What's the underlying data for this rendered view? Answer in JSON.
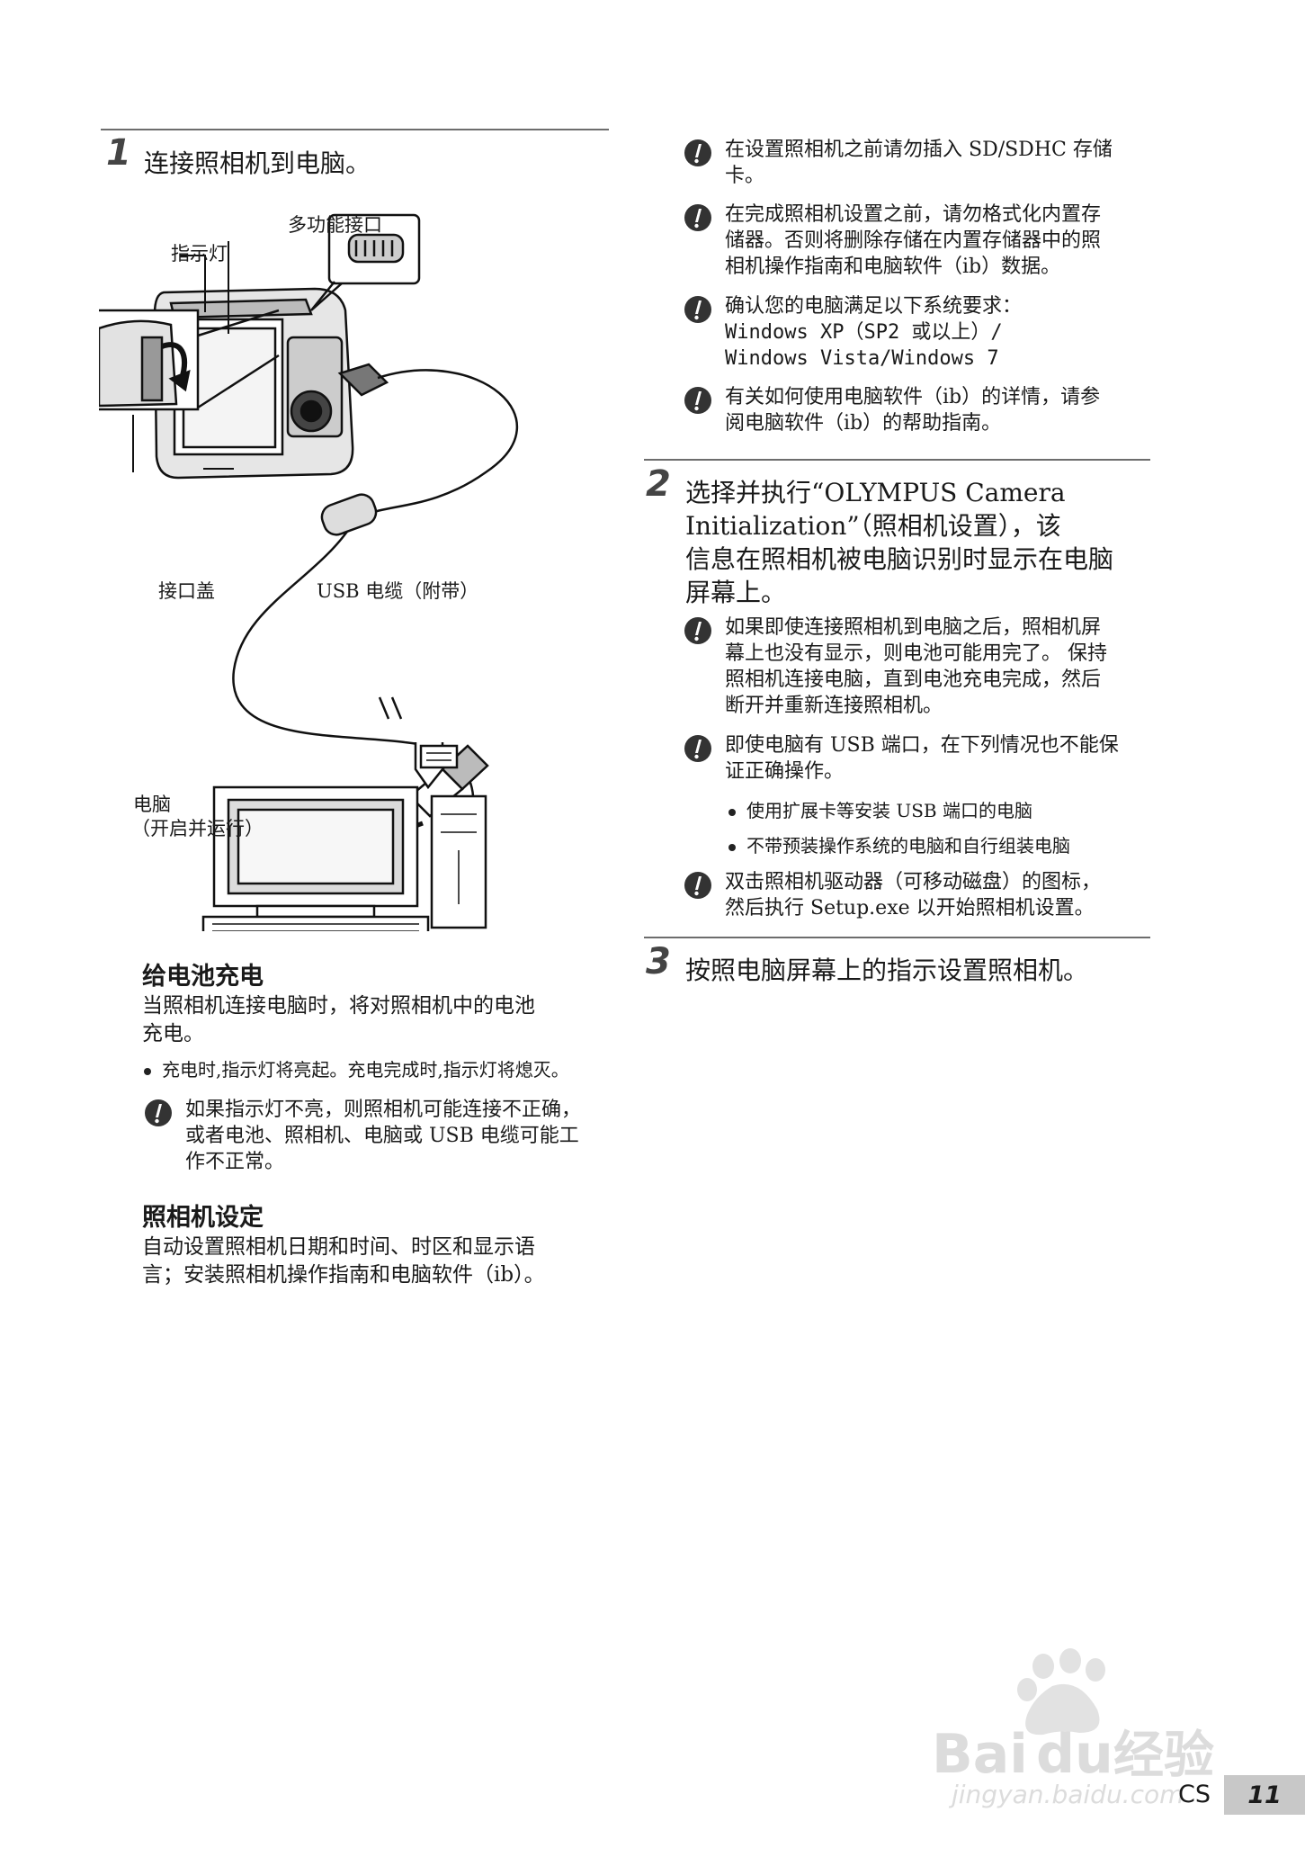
{
  "left": {
    "step1": {
      "number": "1",
      "text": "连接照相机到电脑。"
    },
    "diagram": {
      "labels": {
        "indicator": "指示灯",
        "multi_connector": "多功能接口",
        "connector_cover": "接口盖",
        "usb_cable": "USB 电缆（附带）",
        "computer_line1": "电脑",
        "computer_line2": "（开启并运行）"
      }
    },
    "charging": {
      "heading": "给电池充电",
      "lines": [
        "当照相机连接电脑时，将对照相机中的电池",
        "充电。"
      ],
      "bullet": "充电时,指示灯将亮起。充电完成时,指示灯将熄灭。",
      "warning_lines": [
        "如果指示灯不亮，则照相机可能连接不正确，",
        "或者电池、照相机、电脑或 USB 电缆可能工",
        "作不正常。"
      ]
    },
    "camera_setup": {
      "heading": "照相机设定",
      "lines": [
        "自动设置照相机日期和时间、时区和显示语",
        "言；安装照相机操作指南和电脑软件（ib）。"
      ]
    }
  },
  "right": {
    "warnings_top": [
      {
        "lines": [
          "在设置照相机之前请勿插入 SD/SDHC 存储",
          "卡。"
        ]
      },
      {
        "lines": [
          "在完成照相机设置之前，请勿格式化内置存",
          "储器。否则将删除存储在内置存储器中的照",
          "相机操作指南和电脑软件（ib）数据。"
        ]
      },
      {
        "lines": [
          "确认您的电脑满足以下系统要求：",
          "Windows XP（SP2 或以上）/",
          "Windows Vista/Windows 7"
        ]
      },
      {
        "lines": [
          "有关如何使用电脑软件（ib）的详情，请参",
          "阅电脑软件（ib）的帮助指南。"
        ]
      }
    ],
    "step2": {
      "number": "2",
      "lines": [
        "选择并执行“OLYMPUS Camera",
        "Initialization”（照相机设置），该",
        "信息在照相机被电脑识别时显示在电脑",
        "屏幕上。"
      ]
    },
    "step2_warnings": [
      {
        "lines": [
          "如果即使连接照相机到电脑之后，照相机屏",
          "幕上也没有显示，则电池可能用完了。 保持",
          "照相机连接电脑，直到电池充电完成，然后",
          "断开并重新连接照相机。"
        ]
      },
      {
        "lines": [
          "即使电脑有 USB 端口，在下列情况也不能保",
          "证正确操作。"
        ]
      }
    ],
    "step2_bullets": [
      "使用扩展卡等安装 USB 端口的电脑",
      "不带预装操作系统的电脑和自行组装电脑"
    ],
    "step2_warning_last": {
      "lines": [
        "双击照相机驱动器（可移动磁盘）的图标，",
        "然后执行 Setup.exe 以开始照相机设置。"
      ]
    },
    "step3": {
      "number": "3",
      "text": "按照电脑屏幕上的指示设置照相机。"
    }
  },
  "footer": {
    "lang": "CS",
    "page": "11",
    "watermark": "Baidu经验",
    "watermark_url": "jingyan.baidu.com"
  }
}
